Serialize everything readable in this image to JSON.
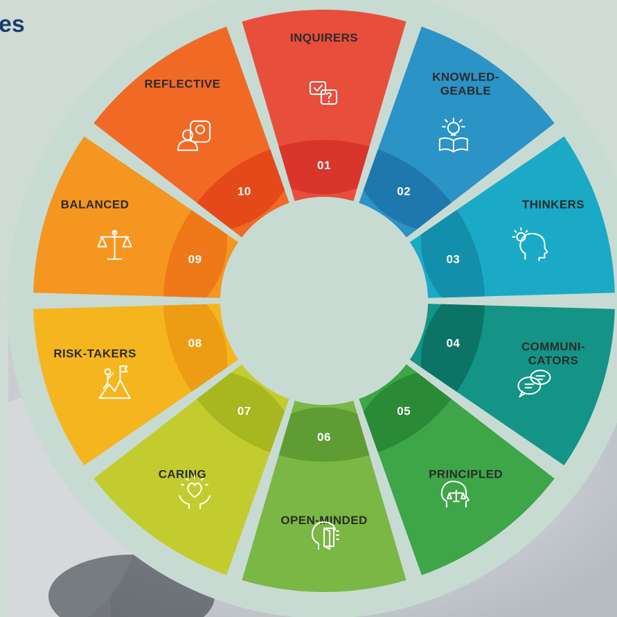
{
  "page": {
    "title_fragment": "es"
  },
  "wheel": {
    "segments": [
      {
        "number": "01",
        "label_lines": [
          "INQUIRERS"
        ],
        "icon": "question-chat-icon",
        "color": "#e84e3c",
        "tab_color": "#d9352b"
      },
      {
        "number": "02",
        "label_lines": [
          "KNOWLED-",
          "GEABLE"
        ],
        "icon": "book-lightbulb-icon",
        "color": "#2b93c6",
        "tab_color": "#1f78ad"
      },
      {
        "number": "03",
        "label_lines": [
          "THINKERS"
        ],
        "icon": "head-idea-icon",
        "color": "#1aaac6",
        "tab_color": "#138fab"
      },
      {
        "number": "04",
        "label_lines": [
          "COMMUNI-",
          "CATORS"
        ],
        "icon": "speech-bubbles-icon",
        "color": "#139486",
        "tab_color": "#0b7466"
      },
      {
        "number": "05",
        "label_lines": [
          "PRINCIPLED"
        ],
        "icon": "head-scales-icon",
        "color": "#3ea548",
        "tab_color": "#2b8a35"
      },
      {
        "number": "06",
        "label_lines": [
          "OPEN-MINDED"
        ],
        "icon": "open-head-door-icon",
        "color": "#7ab744",
        "tab_color": "#5f9c34"
      },
      {
        "number": "07",
        "label_lines": [
          "CARING"
        ],
        "icon": "heart-hands-icon",
        "color": "#c3cc2f",
        "tab_color": "#a8b620"
      },
      {
        "number": "08",
        "label_lines": [
          "RISK-TAKERS"
        ],
        "icon": "climber-flag-icon",
        "color": "#f5b51f",
        "tab_color": "#ec9d13"
      },
      {
        "number": "09",
        "label_lines": [
          "BALANCED"
        ],
        "icon": "balance-scale-icon",
        "color": "#f4961f",
        "tab_color": "#ef7818"
      },
      {
        "number": "10",
        "label_lines": [
          "REFLECTIVE"
        ],
        "icon": "person-mirror-icon",
        "color": "#f06a26",
        "tab_color": "#e5491a"
      }
    ]
  }
}
